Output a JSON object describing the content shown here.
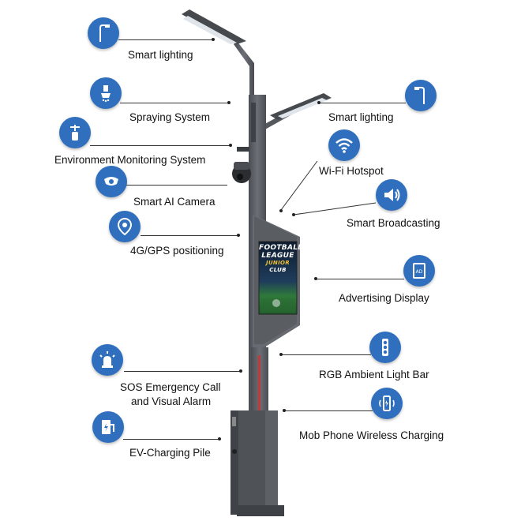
{
  "features": {
    "smart_lighting_left": {
      "label": "Smart lighting",
      "icon": "street-lamp-icon"
    },
    "spraying_system": {
      "label": "Spraying System",
      "icon": "spray-head-icon"
    },
    "environment_monitoring": {
      "label": "Environment Monitoring System",
      "icon": "weather-sensor-icon"
    },
    "smart_ai_camera": {
      "label": "Smart AI Camera",
      "icon": "camera-icon"
    },
    "gps": {
      "label": "4G/GPS positioning",
      "icon": "location-pin-icon"
    },
    "sos": {
      "label_line1": "SOS Emergency Call",
      "label_line2": "and Visual Alarm",
      "icon": "alarm-beacon-icon"
    },
    "ev_charging": {
      "label": "EV-Charging Pile",
      "icon": "ev-charger-icon"
    },
    "smart_lighting_right": {
      "label": "Smart lighting",
      "icon": "street-lamp-icon"
    },
    "wifi": {
      "label": "Wi-Fi Hotspot",
      "icon": "wifi-icon"
    },
    "broadcasting": {
      "label": "Smart Broadcasting",
      "icon": "speaker-icon"
    },
    "advertising": {
      "label": "Advertising Display",
      "icon": "ad-display-icon",
      "icon_text": "AD"
    },
    "rgb_bar": {
      "label": "RGB Ambient Light Bar",
      "icon": "light-bar-icon"
    },
    "wireless_charging": {
      "label": "Mob Phone Wireless Charging",
      "icon": "phone-charging-icon"
    }
  },
  "screen": {
    "line1": "FOOTBALL",
    "line2": "LEAGUE",
    "line3": "JUNIOR",
    "line4": "CLUB"
  },
  "colors": {
    "icon_blue": "#2f6fbd",
    "pole_gray": "#5b5e63",
    "accent_red": "#c23b3b"
  }
}
